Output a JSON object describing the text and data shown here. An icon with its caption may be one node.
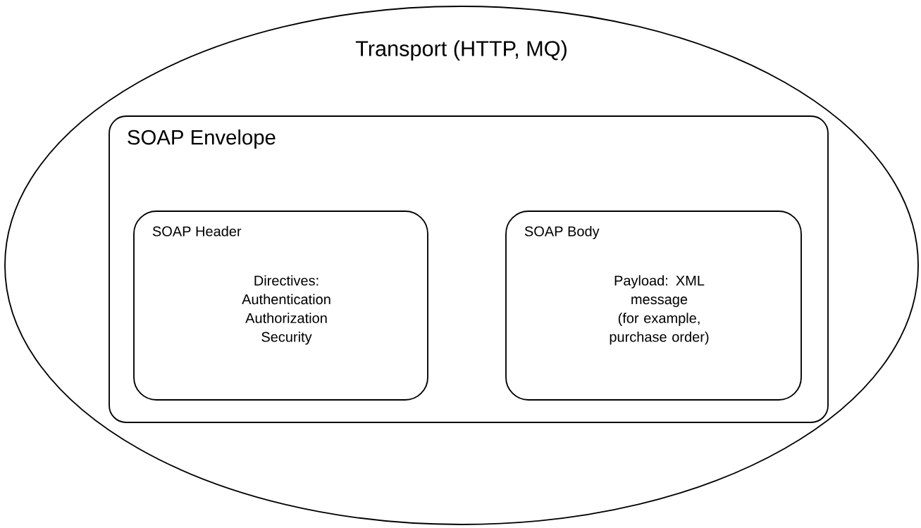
{
  "diagram": {
    "nodes": [
      {
        "text": [
          "Transport (HTTP, MQ)"
        ]
      },
      {
        "text": [
          "SOAP Envelope"
        ],
        "in": 0
      },
      {
        "text": [
          "SOAP Header",
          "Directives: Authentication Authorization Security"
        ],
        "in": 1
      },
      {
        "text": [
          "SOAP Body",
          "Payload: XML message (for example, purchase order)"
        ],
        "in": 1
      }
    ]
  }
}
